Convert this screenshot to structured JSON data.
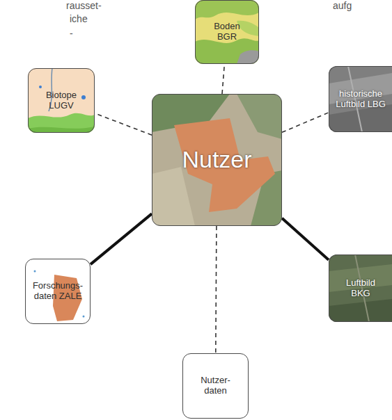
{
  "diagram": {
    "nodes": [
      {
        "text": [
          "Boden BGR"
        ]
      },
      {
        "text": [
          "Biotope LUGV"
        ]
      },
      {
        "text": [
          "historische Luftbild LBG"
        ]
      },
      {
        "text": [
          "Nutzer"
        ]
      },
      {
        "text": [
          "Forschungs- daten ZALE"
        ]
      },
      {
        "text": [
          "Luftbild BKG"
        ]
      },
      {
        "text": [
          "Nutzer- daten"
        ]
      }
    ],
    "edges": [
      {
        "from": 3,
        "to": 0,
        "arrow": "none"
      },
      {
        "from": 3,
        "to": 1,
        "arrow": "none"
      },
      {
        "from": 3,
        "to": 2,
        "arrow": "none"
      },
      {
        "from": 3,
        "to": 4,
        "arrow": "none"
      },
      {
        "from": 3,
        "to": 5,
        "arrow": "none"
      },
      {
        "from": 3,
        "to": 6,
        "arrow": "none"
      }
    ],
    "labels": [
      "rausset-",
      "iche",
      "-",
      "aufg"
    ]
  }
}
